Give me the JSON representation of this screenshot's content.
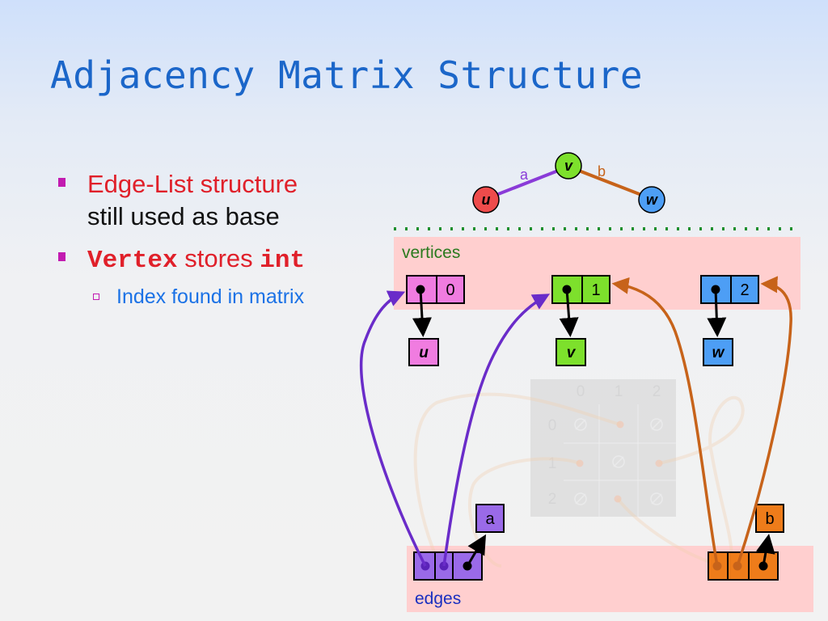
{
  "title": "Adjacency Matrix Structure",
  "bullets": {
    "b1_line1": "Edge-List structure",
    "b1_line2": "still used as base",
    "b2_code1": "Vertex",
    "b2_text": " stores ",
    "b2_code2": "int",
    "sub1": "Index found in matrix"
  },
  "graph": {
    "u": "u",
    "v": "v",
    "w": "w",
    "edge_a": "a",
    "edge_b": "b"
  },
  "vertices_label": "vertices",
  "edges_label": "edges",
  "vertex_cells": [
    "0",
    "1",
    "2"
  ],
  "vertex_elements": [
    "u",
    "v",
    "w"
  ],
  "edge_elements": [
    "a",
    "b"
  ],
  "matrix": {
    "col_headers": [
      "0",
      "1",
      "2"
    ],
    "row_headers": [
      "0",
      "1",
      "2"
    ]
  },
  "colors": {
    "u": "#f07ce0",
    "v": "#7de02c",
    "w": "#4d9ef5",
    "edge_a": "#8b5ce8",
    "edge_b": "#ee7c1a",
    "pink_region": "#ffcfcf"
  }
}
